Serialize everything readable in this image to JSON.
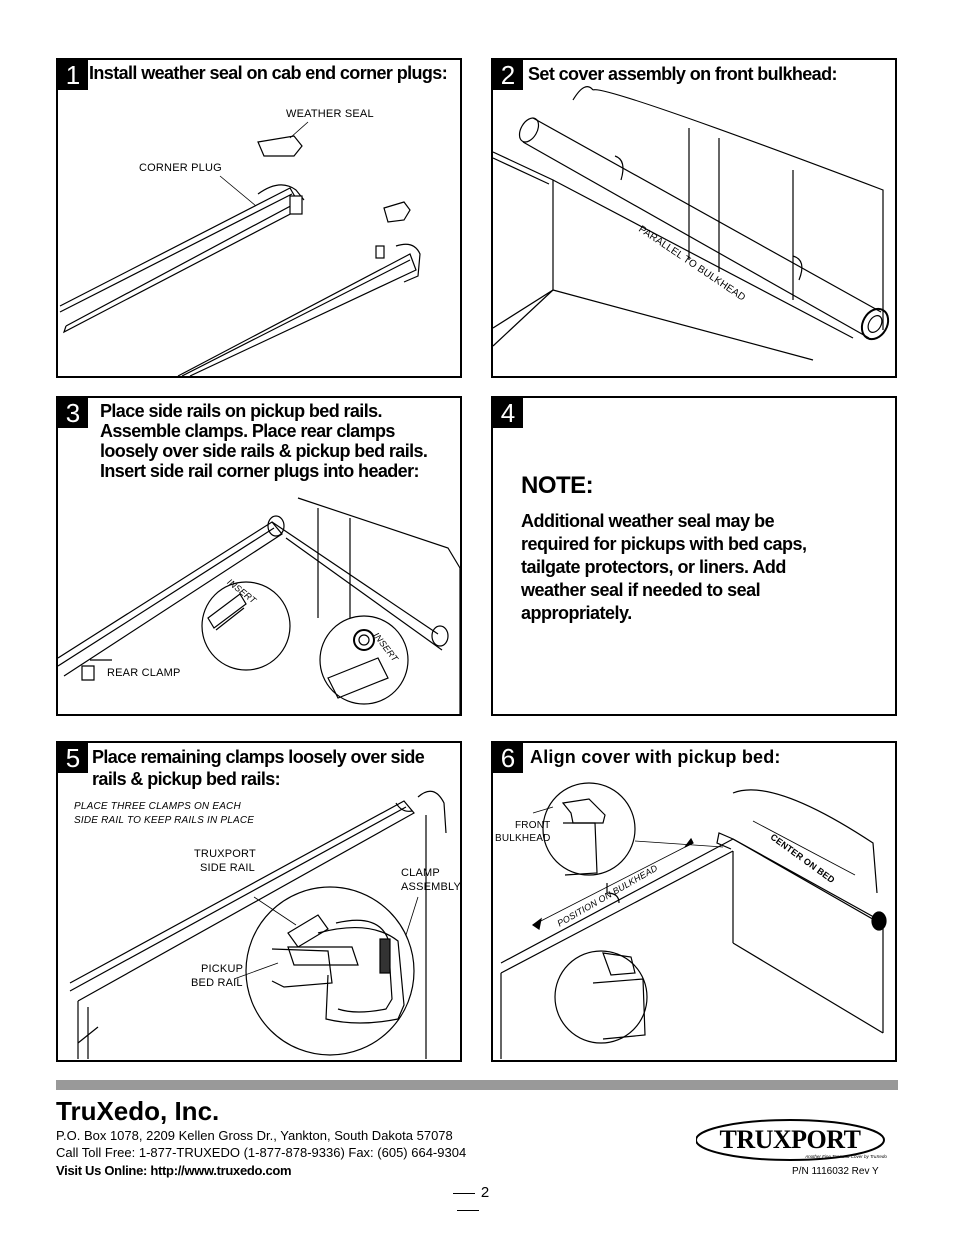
{
  "panels": [
    {
      "number": "1",
      "title": "Install weather seal on cab end corner plugs:",
      "labels": {
        "weather_seal": "WEATHER SEAL",
        "corner_plug": "CORNER PLUG"
      }
    },
    {
      "number": "2",
      "title": "Set cover assembly on front bulkhead:",
      "labels": {
        "parallel": "PARALLEL TO BULKHEAD"
      }
    },
    {
      "number": "3",
      "title_lines": [
        "Place side rails on pickup bed rails.",
        "Assemble clamps.  Place rear clamps",
        "loosely over side rails & pickup bed rails.",
        "Insert side rail corner plugs into header:"
      ],
      "labels": {
        "insert_left": "INSERT",
        "insert_right": "INSERT",
        "rear_clamp": "REAR CLAMP"
      }
    },
    {
      "number": "4",
      "note_heading": "NOTE:",
      "note_lines": [
        "Additional weather seal may be",
        "required for pickups with bed caps,",
        "tailgate protectors, or liners.  Add",
        "weather seal if needed to seal",
        "appropriately."
      ]
    },
    {
      "number": "5",
      "title_lines": [
        "Place remaining clamps loosely over side",
        "rails & pickup bed rails:"
      ],
      "labels": {
        "instruction_line1": "PLACE THREE CLAMPS ON EACH",
        "instruction_line2": "SIDE RAIL TO KEEP RAILS IN PLACE",
        "side_rail_line1": "TRUXPORT",
        "side_rail_line2": "SIDE RAIL",
        "clamp_line1": "CLAMP",
        "clamp_line2": "ASSEMBLY",
        "bed_rail_line1": "PICKUP",
        "bed_rail_line2": "BED RAIL"
      }
    },
    {
      "number": "6",
      "title": "Align cover with pickup bed:",
      "labels": {
        "front_line1": "FRONT",
        "front_line2": "BULKHEAD",
        "position": "POSITION ON BULKHEAD",
        "center": "CENTER ON BED"
      }
    }
  ],
  "footer": {
    "company": "TruXedo, Inc.",
    "address": "P.O. Box 1078, 2209 Kellen Gross Dr., Yankton, South Dakota 57078",
    "phone": "Call Toll Free: 1-877-TRUXEDO (1-877-878-9336)  Fax: (605) 664-9304",
    "website": "Visit Us Online: http://www.truxedo.com",
    "logo_text": "TRUXPORT",
    "logo_tagline": "Another Fine Tonneau Cover by TruXedo",
    "part_number": "P/N 1116032 Rev Y",
    "page": "2"
  }
}
